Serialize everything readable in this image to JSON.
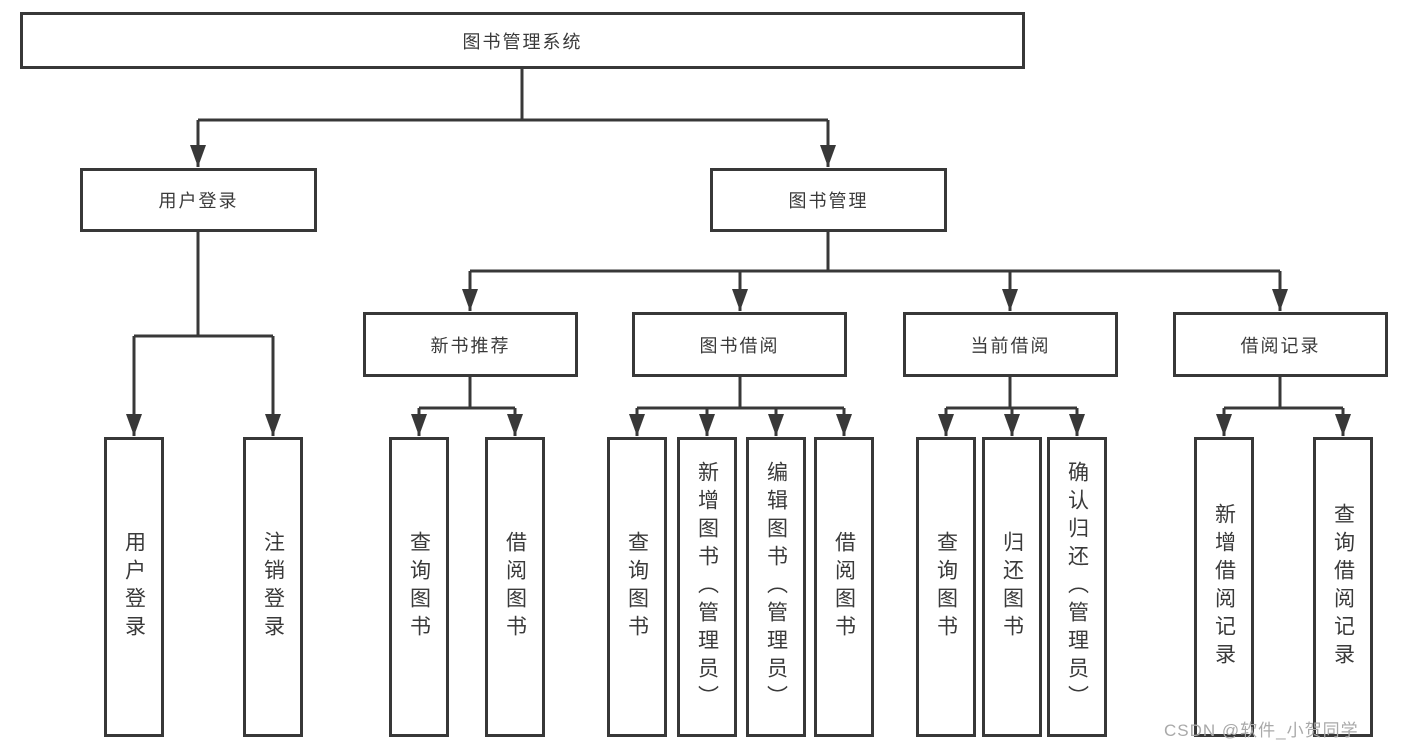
{
  "diagram": {
    "root": {
      "label": "图书管理系统"
    },
    "branches": [
      {
        "label": "用户登录",
        "children": [
          {
            "label": "用户登录"
          },
          {
            "label": "注销登录"
          }
        ]
      },
      {
        "label": "图书管理",
        "sections": [
          {
            "label": "新书推荐",
            "children": [
              {
                "label": "查询图书"
              },
              {
                "label": "借阅图书"
              }
            ]
          },
          {
            "label": "图书借阅",
            "children": [
              {
                "label": "查询图书"
              },
              {
                "label": "新增图书（管理员）"
              },
              {
                "label": "编辑图书（管理员）"
              },
              {
                "label": "借阅图书"
              }
            ]
          },
          {
            "label": "当前借阅",
            "children": [
              {
                "label": "查询图书"
              },
              {
                "label": "归还图书"
              },
              {
                "label": "确认归还（管理员）"
              }
            ]
          },
          {
            "label": "借阅记录",
            "children": [
              {
                "label": "新增借阅记录"
              },
              {
                "label": "查询借阅记录"
              }
            ]
          }
        ]
      }
    ]
  },
  "watermark": {
    "text": "CSDN @软件_小贺同学"
  },
  "colors": {
    "line": "#383838",
    "text": "#3a3a3a",
    "background": "#ffffff",
    "watermark": "#a9a9a9"
  }
}
